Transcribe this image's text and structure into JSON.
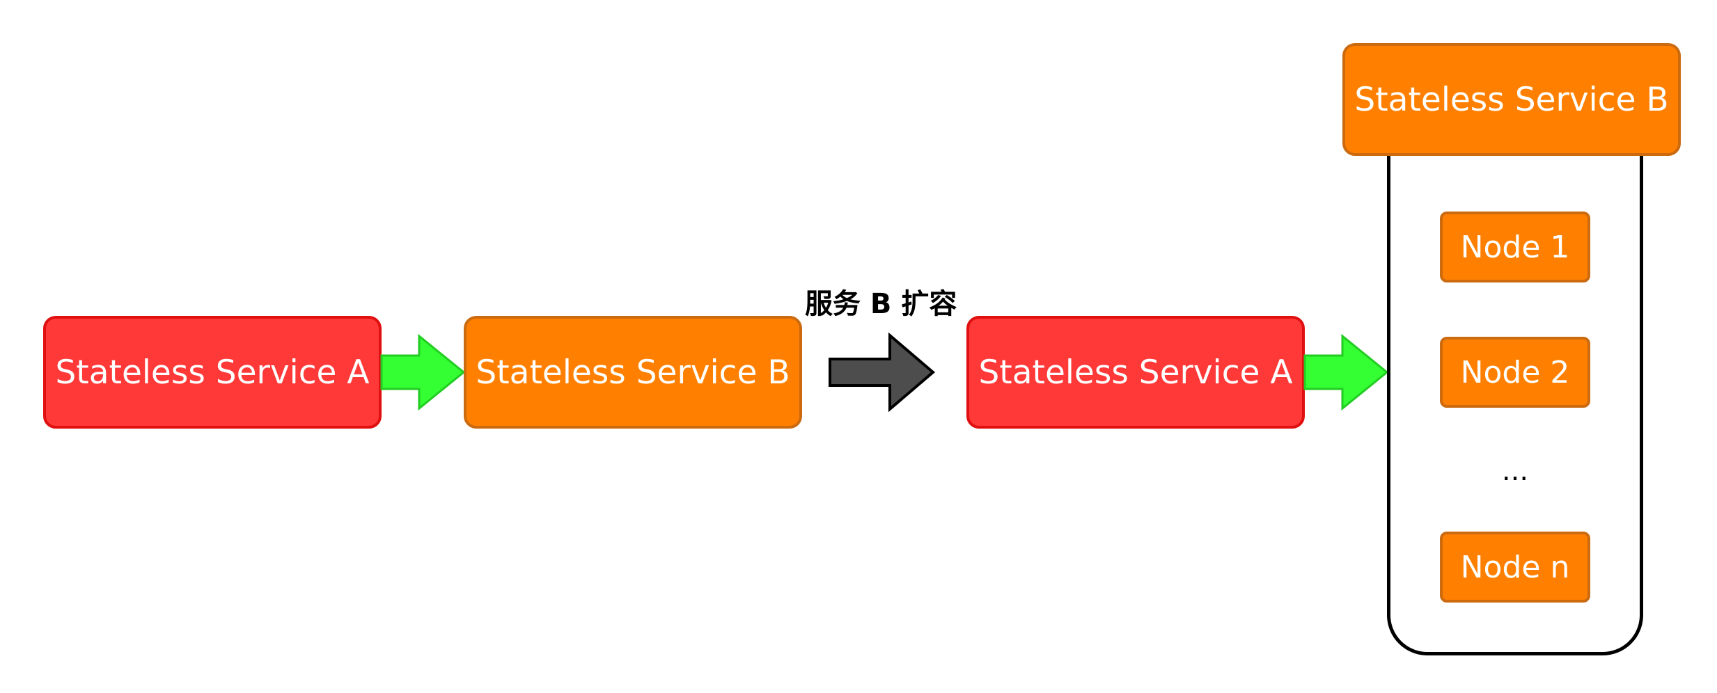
{
  "left_flow": {
    "service_a": "Stateless Service A",
    "service_b": "Stateless Service B"
  },
  "transition_caption": "服务 B 扩容",
  "right_flow": {
    "service_a": "Stateless Service A",
    "service_b_header": "Stateless Service B",
    "nodes": [
      "Node 1",
      "Node 2",
      "Node n"
    ],
    "ellipsis": "..."
  },
  "colors": {
    "service_a_fill": "#ff3838",
    "service_b_fill": "#ff8000",
    "flow_arrow": "#33ff33",
    "transition_arrow": "#4d4d4d"
  }
}
